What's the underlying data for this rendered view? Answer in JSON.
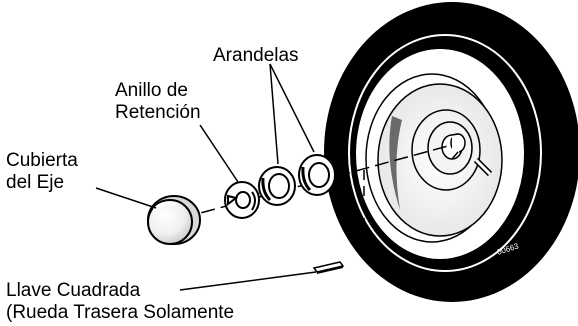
{
  "labels": {
    "arandelas": "Arandelas",
    "anillo_line1": "Anillo de",
    "anillo_line2": "Retención",
    "cubierta_line1": "Cubierta",
    "cubierta_line2": "del Eje",
    "llave_line1": "Llave Cuadrada",
    "llave_line2": "(Rueda Trasera Solamente"
  },
  "figure_code": "00663",
  "colors": {
    "ink": "#000000",
    "paper": "#ffffff",
    "hub_shade": "#dcdcdc"
  }
}
